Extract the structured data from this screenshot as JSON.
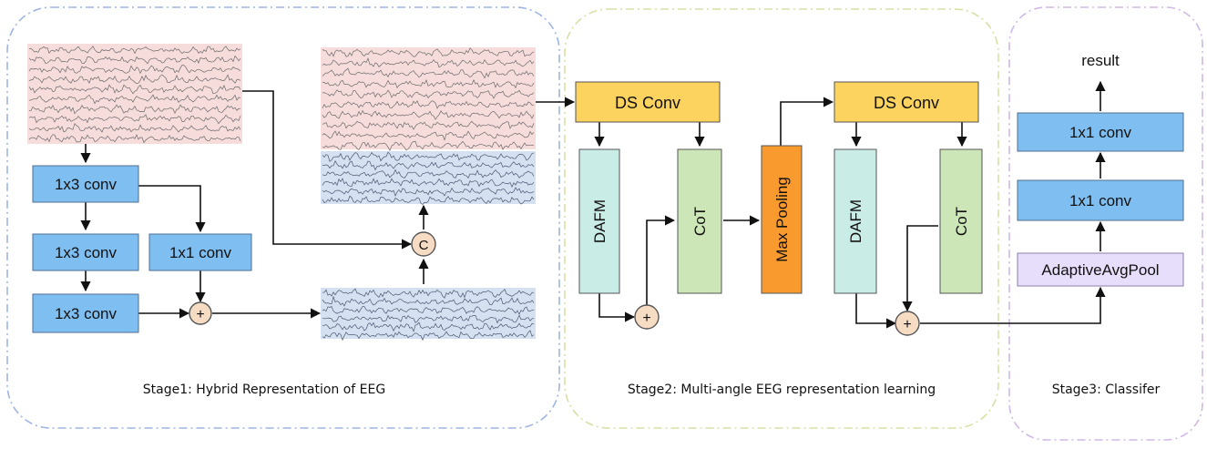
{
  "stages": [
    {
      "caption": "Stage1: Hybrid Representation of EEG"
    },
    {
      "caption": "Stage2: Multi-angle EEG representation learning"
    },
    {
      "caption": "Stage3: Classifer"
    }
  ],
  "stage1": {
    "conv_a": "1x3 conv",
    "conv_b": "1x3 conv",
    "conv_c": "1x3 conv",
    "conv_1x1": "1x1 conv",
    "concat_symbol": "C",
    "add_symbol": "+"
  },
  "stage2": {
    "ds_conv_1": "DS Conv",
    "dafm_1": "DAFM",
    "cot_1": "CoT",
    "max_pooling": "Max Pooling",
    "ds_conv_2": "DS Conv",
    "dafm_2": "DAFM",
    "cot_2": "CoT",
    "add_symbol": "+"
  },
  "stage3": {
    "result": "result",
    "fc_top": "1x1 conv",
    "fc_mid": "1x1 conv",
    "pool": "AdaptiveAvgPool"
  },
  "colors": {
    "conv_blue": "#7fbef0",
    "ds_yellow": "#fcd35e",
    "dafm_teal": "#c9ece6",
    "cot_green": "#cde6b7",
    "maxpool_orange": "#f89a2e",
    "pool_lavender": "#e6defa",
    "adder_fill": "#f7dcc4",
    "eeg_pink": "#f7dcdc",
    "eeg_blue": "#d5e1f1",
    "stage1_border": "#9db5e3",
    "stage2_border": "#d9dfa5",
    "stage3_border": "#d2b8e6"
  }
}
